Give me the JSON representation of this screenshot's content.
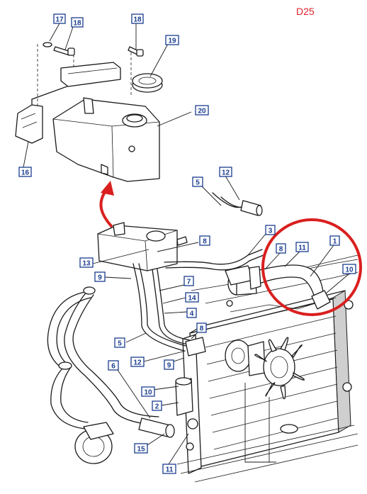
{
  "diagram_code": "D25",
  "colors": {
    "callout_text": "#1a3d8f",
    "highlight": "#d9201f",
    "line": "#1a1a1a"
  },
  "callouts": [
    {
      "id": "c17",
      "label": "17"
    },
    {
      "id": "c18a",
      "label": "18"
    },
    {
      "id": "c18b",
      "label": "18"
    },
    {
      "id": "c19",
      "label": "19"
    },
    {
      "id": "c20",
      "label": "20"
    },
    {
      "id": "c16",
      "label": "16"
    },
    {
      "id": "c5a",
      "label": "5"
    },
    {
      "id": "c12a",
      "label": "12"
    },
    {
      "id": "c3",
      "label": "3"
    },
    {
      "id": "c8a",
      "label": "8"
    },
    {
      "id": "c13",
      "label": "13"
    },
    {
      "id": "c8b",
      "label": "8"
    },
    {
      "id": "c11a",
      "label": "11"
    },
    {
      "id": "c1",
      "label": "1"
    },
    {
      "id": "c10a",
      "label": "10"
    },
    {
      "id": "c9a",
      "label": "9"
    },
    {
      "id": "c7",
      "label": "7"
    },
    {
      "id": "c14",
      "label": "14"
    },
    {
      "id": "c4",
      "label": "4"
    },
    {
      "id": "c8c",
      "label": "8"
    },
    {
      "id": "c5b",
      "label": "5"
    },
    {
      "id": "c12b",
      "label": "12"
    },
    {
      "id": "c9b",
      "label": "9"
    },
    {
      "id": "c6",
      "label": "6"
    },
    {
      "id": "c10b",
      "label": "10"
    },
    {
      "id": "c2",
      "label": "2"
    },
    {
      "id": "c15",
      "label": "15"
    },
    {
      "id": "c11b",
      "label": "11"
    }
  ]
}
